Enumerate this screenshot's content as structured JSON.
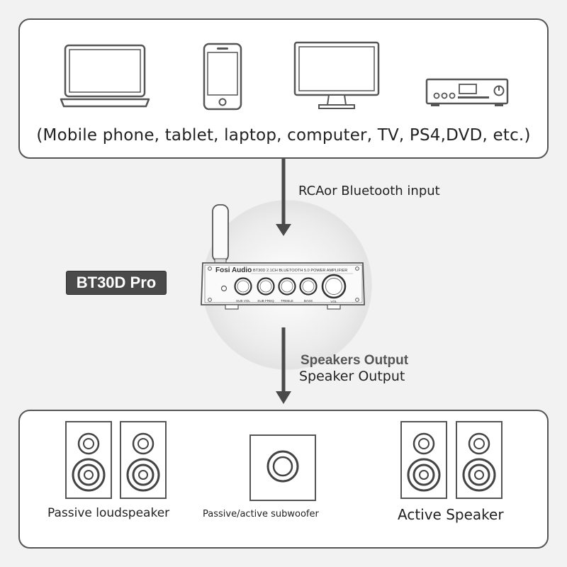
{
  "sources": {
    "caption": "(Mobile phone, tablet, laptop, computer, TV, PS4,DVD, etc.)",
    "icons": [
      "laptop-icon",
      "smartphone-icon",
      "monitor-icon",
      "dvd-player-icon"
    ]
  },
  "input_label": "RCAor Bluetooth input",
  "amplifier": {
    "model_badge": "BT30D Pro",
    "brand": "Fosi Audio",
    "subtitle": "BT30D 2.1CH BLUETOOTH 5.0 POWER AMPLIFIER",
    "knobs": [
      "SUB VOL",
      "SUB FREQ",
      "TREBLE",
      "BASS",
      "VOL"
    ]
  },
  "output": {
    "heading": "Speakers Output",
    "subheading": "Speaker Output"
  },
  "speakers": {
    "passive_label": "Passive loudspeaker",
    "subwoofer_label": "Passive/active subwoofer",
    "active_label": "Active Speaker"
  },
  "colors": {
    "stroke": "#555555",
    "arrow": "#4a4a4a",
    "badge_bg": "#4a4a4a",
    "box_bg": "#ffffff",
    "page_bg": "#f2f2f2"
  }
}
